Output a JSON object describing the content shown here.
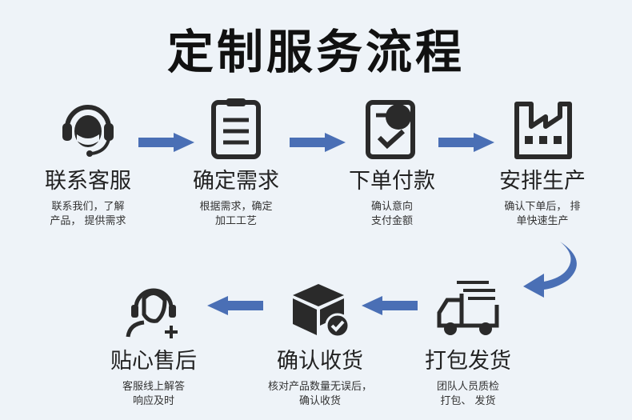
{
  "title": "定制服务流程",
  "colors": {
    "arrow": "#4a6fb5",
    "icon": "#2a2a2a"
  },
  "steps": [
    {
      "label": "联系客服",
      "desc": "联系我们，了解\n产品，  提供需求",
      "icon": "headset-agent-icon"
    },
    {
      "label": "确定需求",
      "desc": "根据需求，确定\n加工工艺",
      "icon": "clipboard-icon"
    },
    {
      "label": "下单付款",
      "desc": "确认意向\n支付金额",
      "icon": "order-check-icon"
    },
    {
      "label": "安排生产",
      "desc": "确认下单后，  排\n单快速生产",
      "icon": "factory-icon"
    },
    {
      "label": "打包发货",
      "desc": "团队人员质检\n打包、  发货",
      "icon": "delivery-truck-icon"
    },
    {
      "label": "确认收货",
      "desc": "核对产品数量无误后，\n确认收货",
      "icon": "package-check-icon"
    },
    {
      "label": "贴心售后",
      "desc": "客服线上解答\n响应及时",
      "icon": "after-sales-headset-icon"
    }
  ]
}
